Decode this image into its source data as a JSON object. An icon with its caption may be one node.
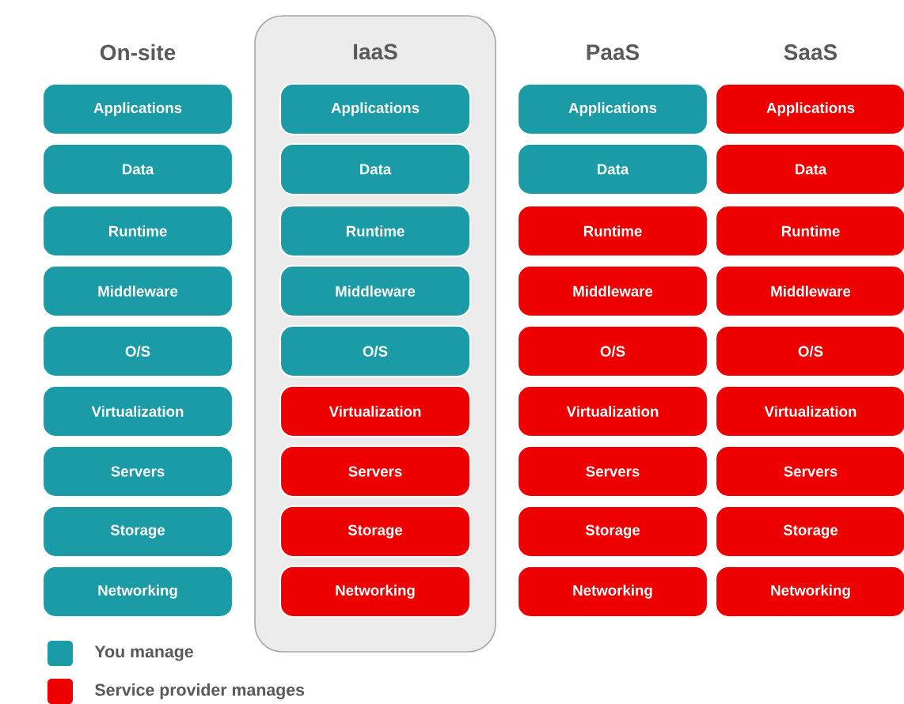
{
  "diagram": {
    "nodes": [
      {
        "text": [
          "Applications"
        ]
      },
      {
        "text": [
          "Data"
        ]
      },
      {
        "text": [
          "Runtime"
        ]
      },
      {
        "text": [
          "Middleware"
        ]
      },
      {
        "text": [
          "O/S"
        ]
      },
      {
        "text": [
          "Virtualization"
        ]
      },
      {
        "text": [
          "Servers"
        ]
      },
      {
        "text": [
          "Storage"
        ]
      },
      {
        "text": [
          "Networking"
        ]
      },
      {
        "text": [
          "IaaS"
        ]
      },
      {
        "text": [
          "Applications"
        ],
        "in": 9
      },
      {
        "text": [
          "Data"
        ],
        "in": 9
      },
      {
        "text": [
          "Runtime"
        ],
        "in": 9
      },
      {
        "text": [
          "Middleware"
        ],
        "in": 9
      },
      {
        "text": [
          "O/S"
        ],
        "in": 9
      },
      {
        "text": [
          "Virtualization"
        ],
        "in": 9
      },
      {
        "text": [
          "Servers"
        ],
        "in": 9
      },
      {
        "text": [
          "Storage"
        ],
        "in": 9
      },
      {
        "text": [
          "Networking"
        ],
        "in": 9
      },
      {
        "text": [
          "Applications"
        ]
      },
      {
        "text": [
          "Data"
        ]
      },
      {
        "text": [
          "Runtime"
        ]
      },
      {
        "text": [
          "Middleware"
        ]
      },
      {
        "text": [
          "O/S"
        ]
      },
      {
        "text": [
          "Virtualization"
        ]
      },
      {
        "text": [
          "Servers"
        ]
      },
      {
        "text": [
          "Storage"
        ]
      },
      {
        "text": [
          "Networking"
        ]
      },
      {
        "text": [
          "Applications"
        ]
      },
      {
        "text": [
          "Data"
        ]
      },
      {
        "text": [
          "Runtime"
        ]
      },
      {
        "text": [
          "Middleware"
        ]
      },
      {
        "text": [
          "O/S"
        ]
      },
      {
        "text": [
          "Virtualization"
        ]
      },
      {
        "text": [
          "Servers"
        ]
      },
      {
        "text": [
          "Storage"
        ]
      },
      {
        "text": [
          "Networking"
        ]
      }
    ],
    "labels": [
      "On-site",
      "PaaS",
      "SaaS"
    ],
    "legend": [
      {
        "text": "You manage",
        "color": "#1a9ba5"
      },
      {
        "text": "Service provider manages",
        "color": "#ee0000"
      }
    ]
  }
}
